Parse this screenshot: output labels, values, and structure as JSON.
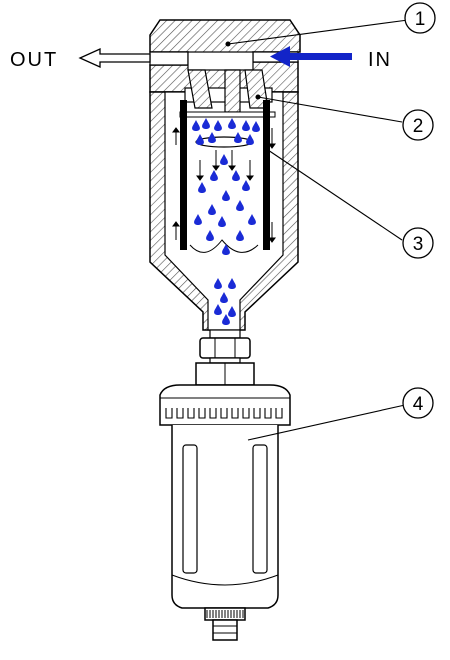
{
  "labels": {
    "out": "OUT",
    "in": "IN"
  },
  "callouts": [
    "1",
    "2",
    "3",
    "4"
  ],
  "colors": {
    "water": "#1a2bd6",
    "inlet_arrow": "#1224c8",
    "line": "#000000",
    "hatch": "#555555",
    "background": "#ffffff"
  },
  "icons": [
    "outlet-arrow-icon",
    "inlet-arrow-icon",
    "water-droplet-icon",
    "flow-arrow-icon"
  ]
}
